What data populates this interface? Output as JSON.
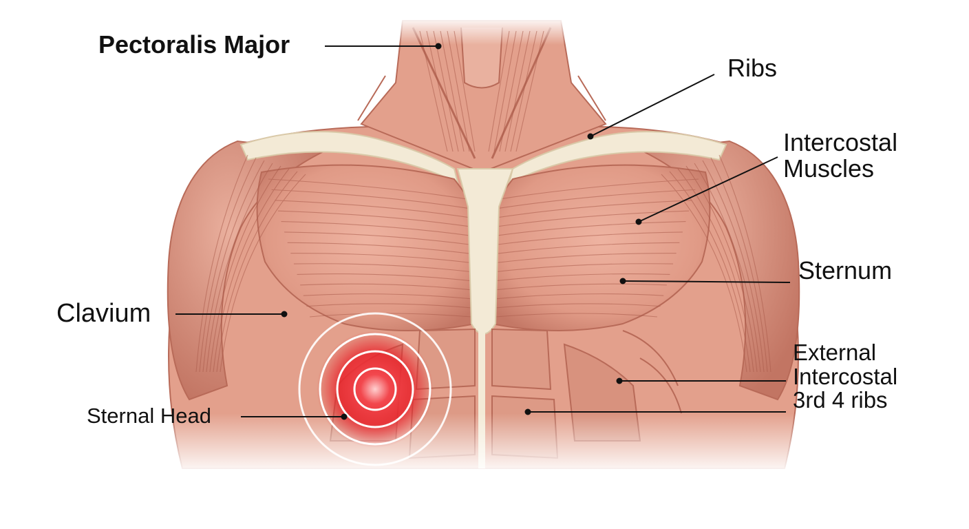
{
  "labels": {
    "pectoralis_major": "Pectoralis Major",
    "ribs": "Ribs",
    "intercostal_muscles": [
      "Intercostal",
      "Muscles"
    ],
    "sternum": "Sternum",
    "clavium": "Clavium",
    "external_intercostal": [
      "External",
      "Intercostal",
      "3rd 4 ribs"
    ],
    "sternal_head": "Sternal Head"
  },
  "colors": {
    "muscle": "#e3a08c",
    "muscle_dark": "#b86a58",
    "muscle_light": "#f1c3b2",
    "fiber": "#a95a4a",
    "bone": "#f3ead6",
    "bone_edge": "#d9c9a8",
    "pain": "#e8222a",
    "leader": "#111111"
  },
  "icons": {
    "pain_marker": "concentric-pain-rings"
  }
}
